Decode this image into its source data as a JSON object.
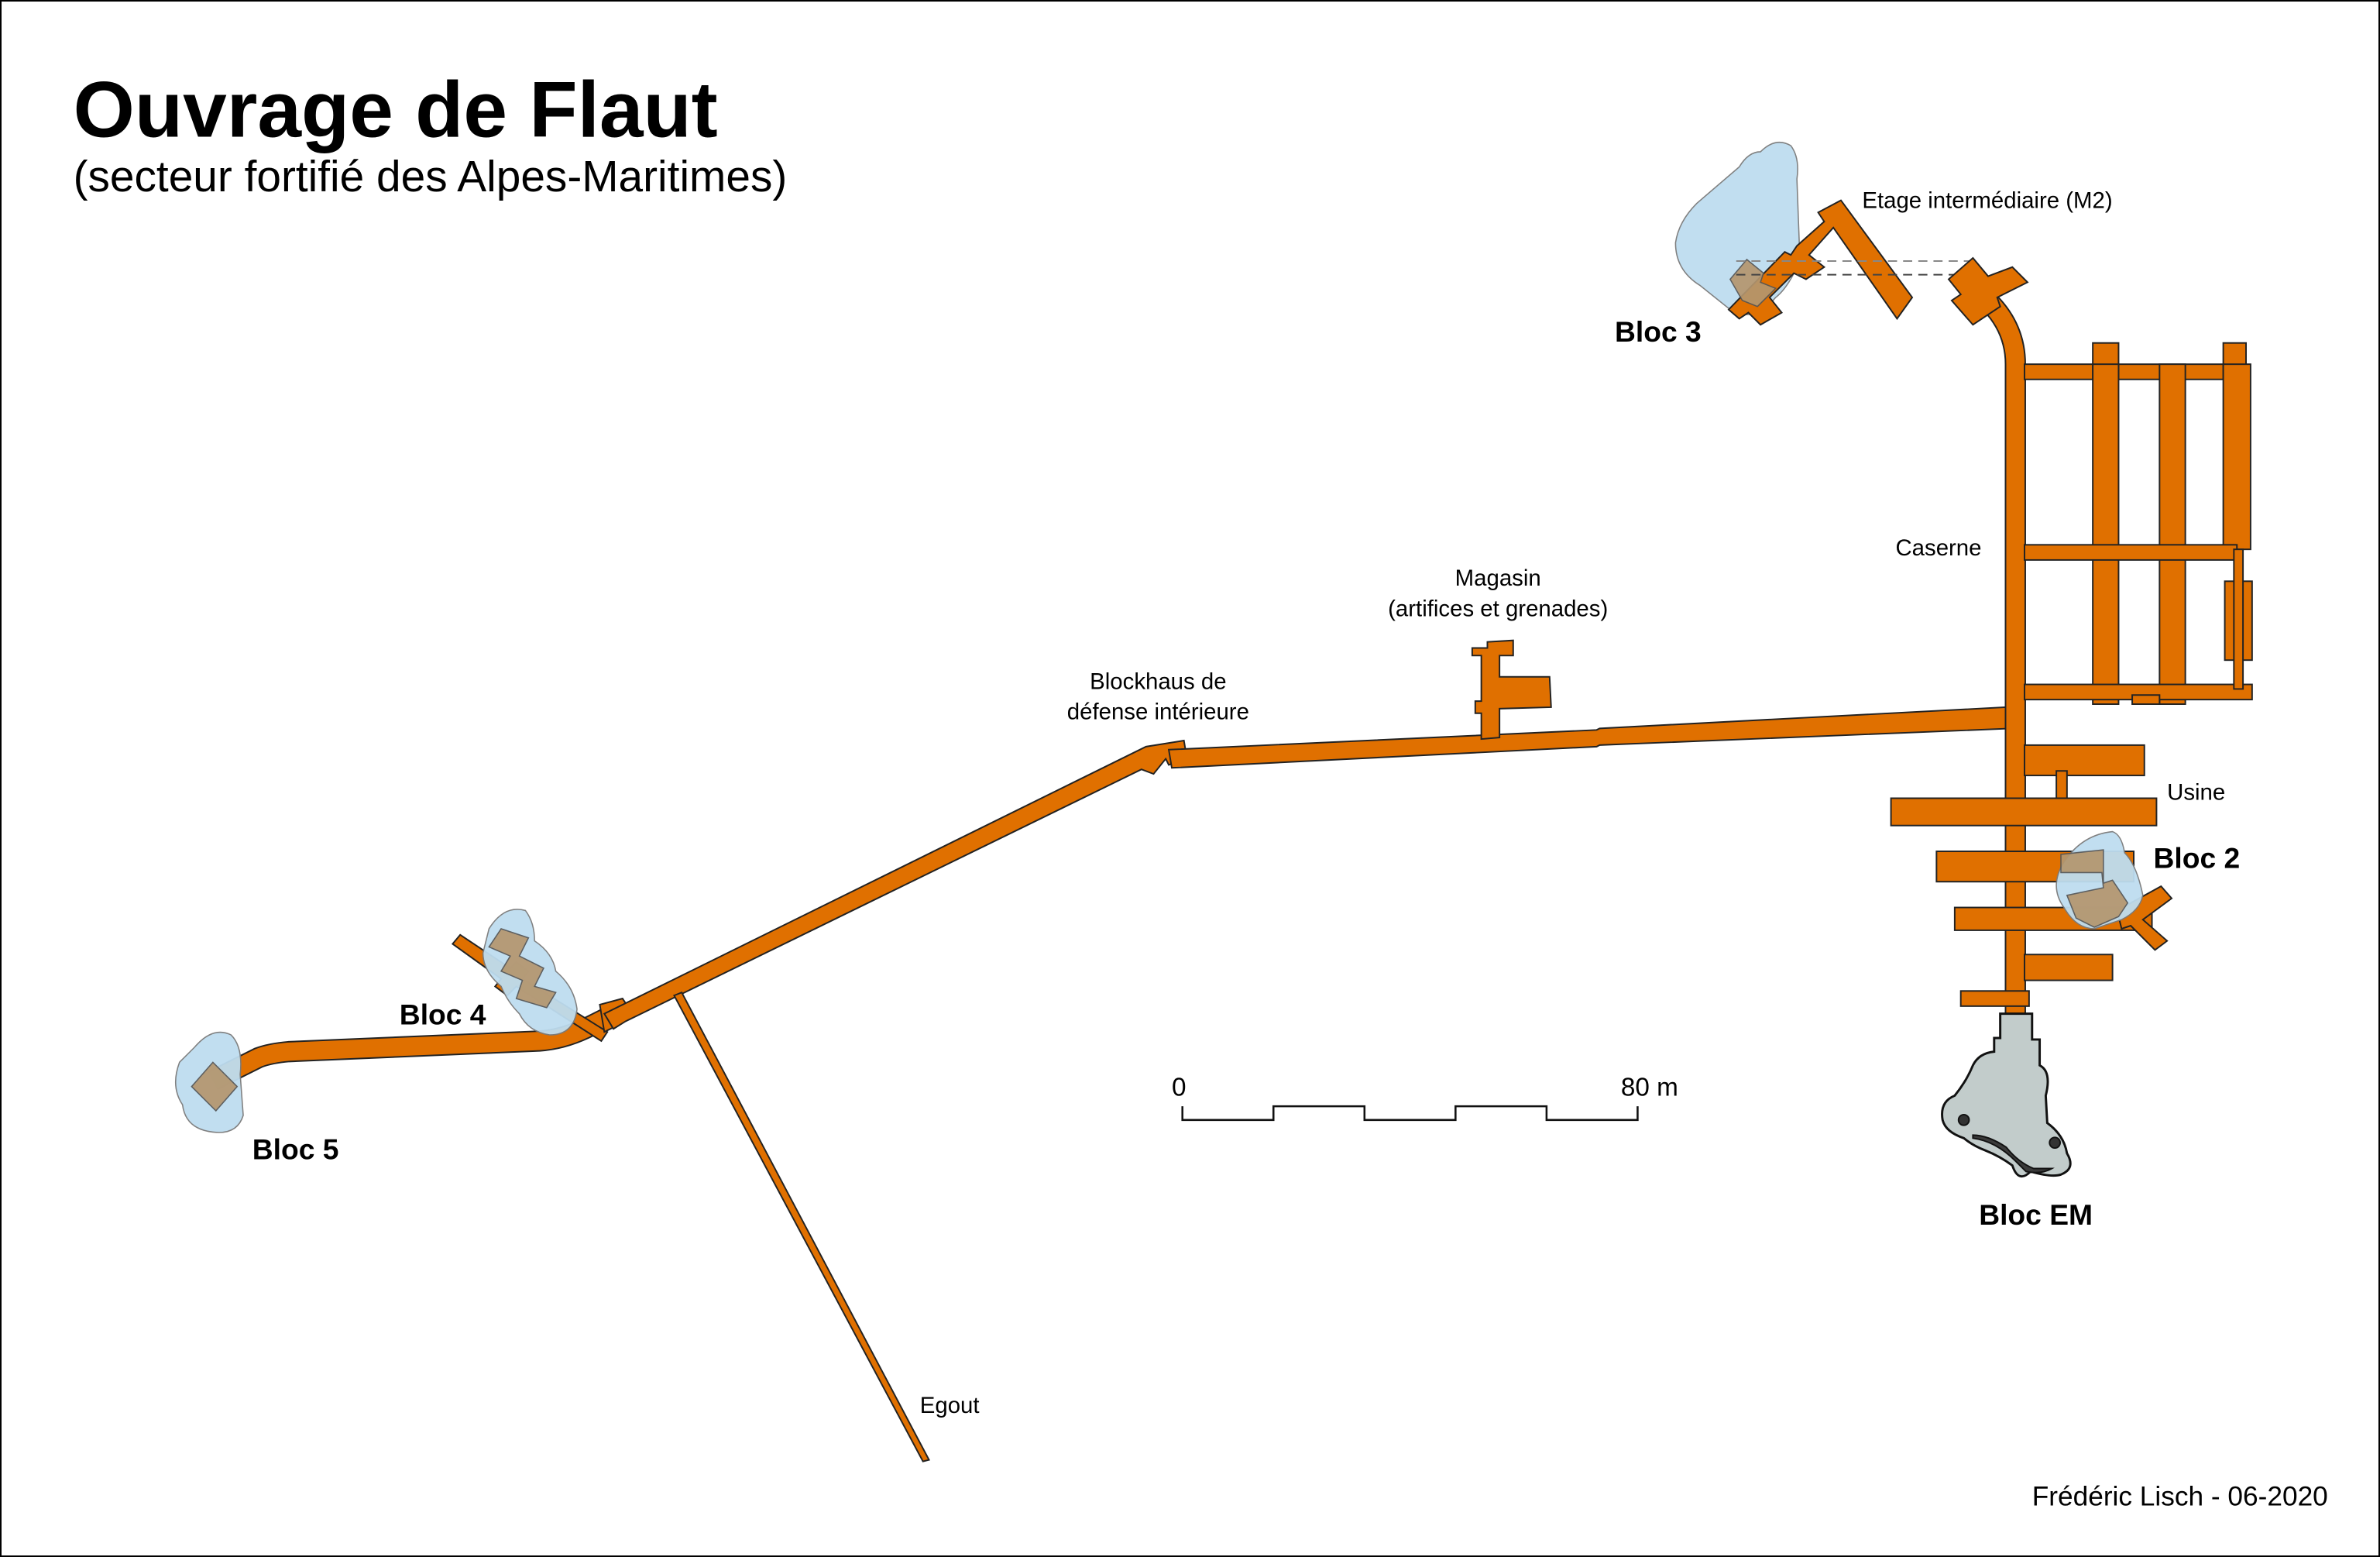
{
  "title": "Ouvrage de Flaut",
  "subtitle": "(secteur fortifié des Alpes-Maritimes)",
  "labels": {
    "etage": "Etage intermédiaire (M2)",
    "caserne": "Caserne",
    "usine": "Usine",
    "magasin_line1": "Magasin",
    "magasin_line2": "(artifices et grenades)",
    "blockhaus_line1": "Blockhaus de",
    "blockhaus_line2": "défense intérieure",
    "egout": "Egout"
  },
  "blocs": {
    "bloc2": "Bloc 2",
    "bloc3": "Bloc 3",
    "bloc4": "Bloc 4",
    "bloc5": "Bloc 5",
    "blocEM": "Bloc EM"
  },
  "scale_bar": {
    "start_label": "0",
    "end_label": "80 m",
    "length_m": 80,
    "segments": 5
  },
  "credit": "Frédéric Lisch - 06-2020",
  "colors": {
    "gallery": "#E07000",
    "bloc_outline": "#BEDDF0",
    "bloc_core": "#B4966E",
    "entry_bloc": "#C2CCCB"
  }
}
